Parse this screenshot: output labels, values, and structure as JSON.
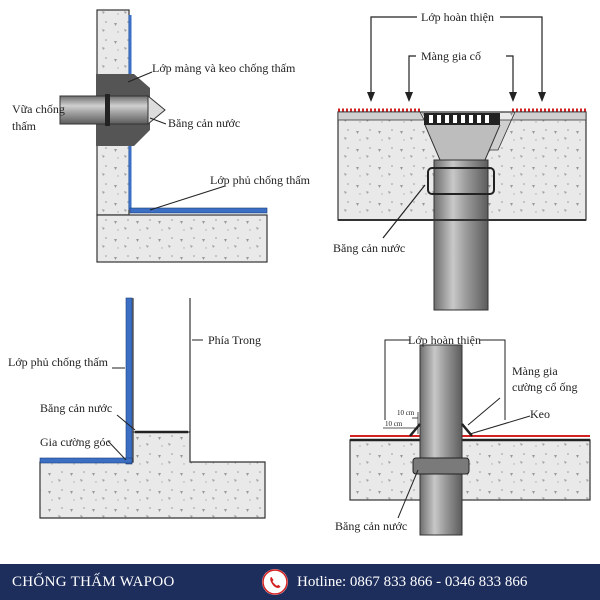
{
  "labels": {
    "tl_membrane": "Lớp màng và keo chống thấm",
    "tl_mortar_1": "Vữa chống",
    "tl_mortar_2": "thấm",
    "tl_waterstop": "Băng cản nước",
    "tl_coating": "Lớp phủ chống thấm",
    "tr_finish": "Lớp hoàn thiện",
    "tr_collar": "Màng gia cố",
    "tr_waterstop": "Băng cản nước",
    "bl_coating": "Lớp phủ chống thấm",
    "bl_inside": "Phía Trong",
    "bl_waterstop": "Băng cản nước",
    "bl_corner": "Gia cường góc",
    "br_finish": "Lớp hoàn thiện",
    "br_collar_1": "Màng gia",
    "br_collar_2": "cường cổ ống",
    "br_glue": "Keo",
    "br_dim_v": "10 cm",
    "br_dim_h": "10 cm",
    "br_waterstop": "Băng cản nước"
  },
  "footer": {
    "brand": "CHỐNG THẤM WAPOO",
    "hotline": "Hotline: 0867 833 866 - 0346 833 866",
    "icon": "phone-icon"
  },
  "colors": {
    "concrete": "#e8e8e8",
    "membrane": "#3a6fc4",
    "finish_red": "#d32020",
    "pipe": "#8a8a8a",
    "footer_bg": "#1d2d5c"
  }
}
